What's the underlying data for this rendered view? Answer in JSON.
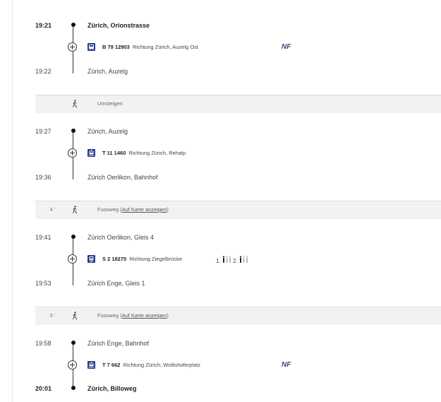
{
  "legs": [
    {
      "dep_time": "19:21",
      "dep_stop": "Zürich, Orionstrasse",
      "vehicle_icon": "bus-icon",
      "line": "B 79 12903",
      "direction": "Richtung Zürich, Auzelg Ost",
      "badge": "NF",
      "arr_time": "19:22",
      "arr_stop": "Zürich, Auzelg"
    },
    {
      "dep_time": "19:27",
      "dep_stop": "Zürich, Auzelg",
      "vehicle_icon": "tram-icon",
      "line": "T 11 1460",
      "direction": "Richtung Zürich, Rehalp",
      "arr_time": "19:36",
      "arr_stop": "Zürich Oerlikon, Bahnhof"
    },
    {
      "dep_time": "19:41",
      "dep_stop": "Zürich Oerlikon, Gleis 4",
      "vehicle_icon": "train-icon",
      "line": "S 2 18275",
      "direction": "Richtung Ziegelbrücke",
      "occupancy": {
        "first": "1.",
        "second": "2."
      },
      "arr_time": "19:53",
      "arr_stop": "Zürich Enge, Gleis 1"
    },
    {
      "dep_time": "19:58",
      "dep_stop": "Zürich Enge, Bahnhof",
      "vehicle_icon": "tram-icon",
      "line": "T 7 662",
      "direction": "Richtung Zürich, Wollishoferplatz",
      "badge": "NF",
      "arr_time": "20:01",
      "arr_stop": "Zürich, Billoweg"
    }
  ],
  "transfers": [
    {
      "duration": "",
      "label": "Umsteigen",
      "icon": "walk-icon"
    },
    {
      "duration": "4 '",
      "label_prefix": "Fussweg (",
      "link": "Auf Karte anzeigen",
      "label_suffix": ")",
      "icon": "walk-icon"
    },
    {
      "duration": "3 '",
      "label_prefix": "Fussweg (",
      "link": "Auf Karte anzeigen",
      "label_suffix": ")",
      "icon": "walk-icon"
    }
  ],
  "colors": {
    "vehicle_icon_bg": "#2a3a8c",
    "band_bg": "#f2f2f2",
    "badge": "#3b4a6b"
  }
}
